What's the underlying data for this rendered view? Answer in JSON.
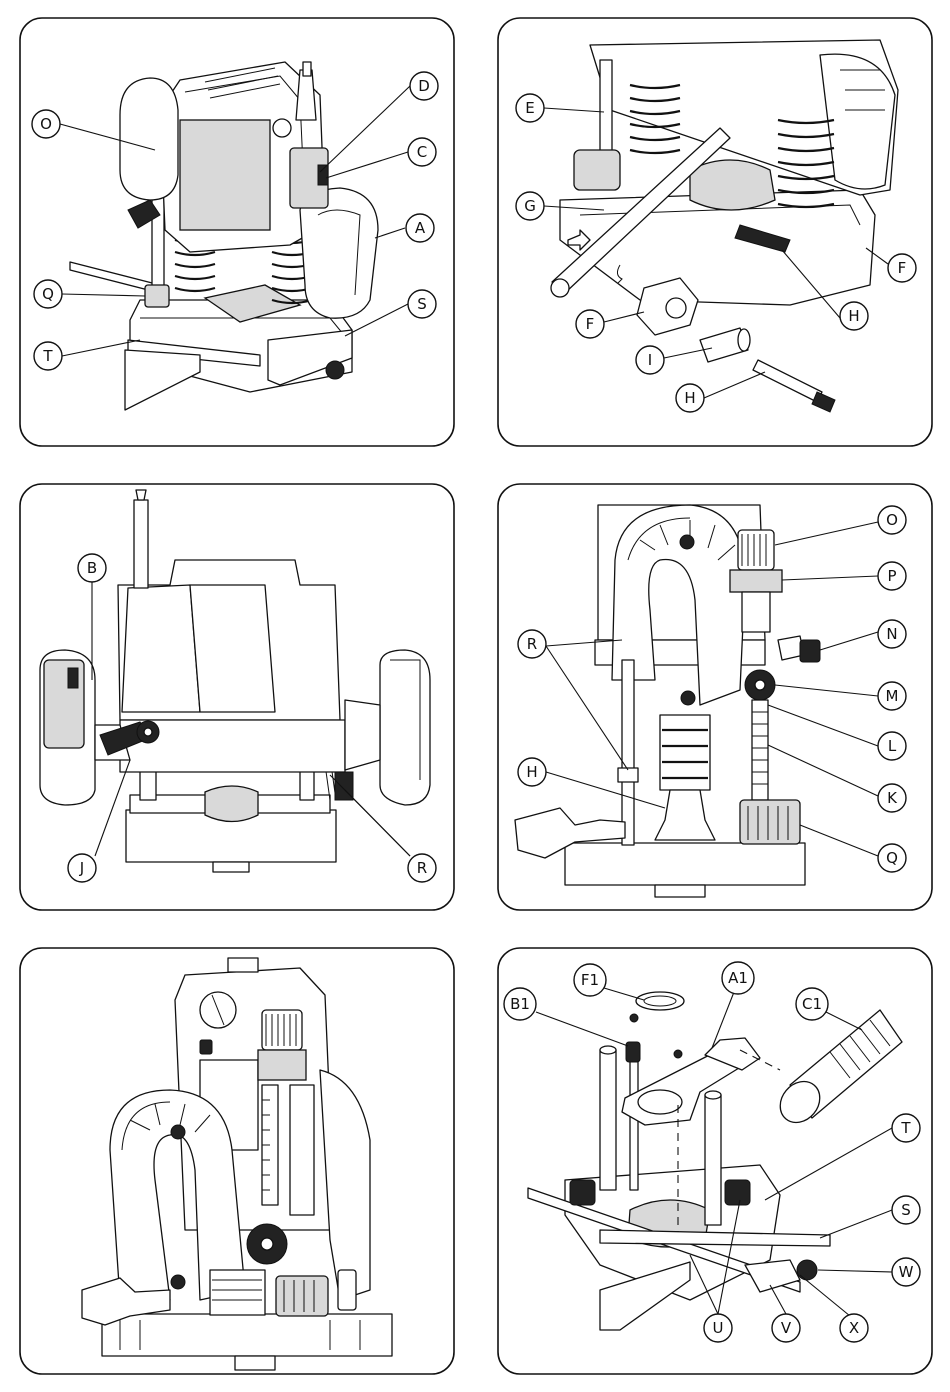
{
  "figures": [
    {
      "id": "fig1",
      "labels": {
        "O": "O",
        "D": "D",
        "C": "C",
        "A": "A",
        "Q": "Q",
        "S": "S",
        "T": "T"
      }
    },
    {
      "id": "fig2",
      "labels": {
        "E": "E",
        "G": "G",
        "F": "F",
        "H": "H",
        "I": "I"
      }
    },
    {
      "id": "fig3",
      "labels": {
        "B": "B",
        "J": "J",
        "R": "R"
      }
    },
    {
      "id": "fig4",
      "labels": {
        "O": "O",
        "P": "P",
        "N": "N",
        "M": "M",
        "L": "L",
        "K": "K",
        "Q": "Q",
        "R": "R",
        "H": "H"
      }
    },
    {
      "id": "fig5",
      "labels": {}
    },
    {
      "id": "fig6",
      "labels": {
        "B1": "B1",
        "F1": "F1",
        "A1": "A1",
        "C1": "C1",
        "T": "T",
        "S": "S",
        "W": "W",
        "U": "U",
        "V": "V",
        "X": "X"
      }
    }
  ]
}
